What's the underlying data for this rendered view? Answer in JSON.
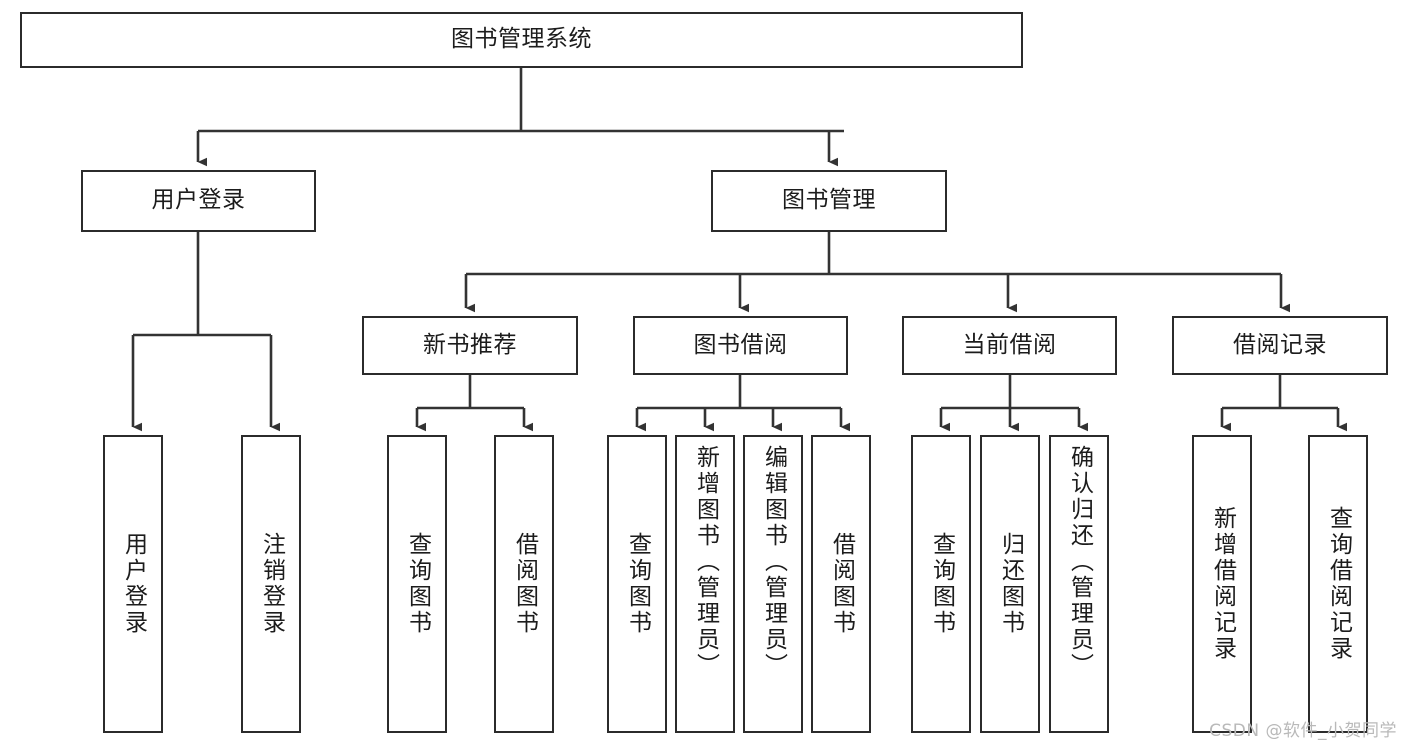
{
  "diagram": {
    "title": "图书管理系统",
    "type": "tree-hierarchy",
    "levels": 4,
    "colors": {
      "box_border": "#2b2b2b",
      "box_fill": "#ffffff",
      "connector": "#333333",
      "text": "#1c1c1c",
      "watermark": "#b9b9b9"
    },
    "root": {
      "label": "图书管理系统",
      "children": [
        {
          "label": "用户登录",
          "children": [
            {
              "label": "用户登录"
            },
            {
              "label": "注销登录"
            }
          ]
        },
        {
          "label": "图书管理",
          "children": [
            {
              "label": "新书推荐",
              "children": [
                {
                  "label": "查询图书"
                },
                {
                  "label": "借阅图书"
                }
              ]
            },
            {
              "label": "图书借阅",
              "children": [
                {
                  "label": "查询图书"
                },
                {
                  "label": "新增图书（管理员）"
                },
                {
                  "label": "编辑图书（管理员）"
                },
                {
                  "label": "借阅图书"
                }
              ]
            },
            {
              "label": "当前借阅",
              "children": [
                {
                  "label": "查询图书"
                },
                {
                  "label": "归还图书"
                },
                {
                  "label": "确认归还（管理员）"
                }
              ]
            },
            {
              "label": "借阅记录",
              "children": [
                {
                  "label": "新增借阅记录"
                },
                {
                  "label": "查询借阅记录"
                }
              ]
            }
          ]
        }
      ]
    }
  },
  "nodes": {
    "root": "图书管理系统",
    "user_login": "用户登录",
    "book_manage": "图书管理",
    "new_book_rec": "新书推荐",
    "book_borrow": "图书借阅",
    "current_borrow": "当前借阅",
    "borrow_record": "借阅记录",
    "leaf_user_login": "用户登录",
    "leaf_user_logout": "注销登录",
    "leaf_rec_query": "查询图书",
    "leaf_rec_borrow": "借阅图书",
    "leaf_borrow_query": "查询图书",
    "leaf_borrow_add": "新增图书（管理员）",
    "leaf_borrow_edit": "编辑图书（管理员）",
    "leaf_borrow_borrow": "借阅图书",
    "leaf_cur_query": "查询图书",
    "leaf_cur_return": "归还图书",
    "leaf_cur_confirm": "确认归还（管理员）",
    "leaf_rec_add": "新增借阅记录",
    "leaf_rec_query2": "查询借阅记录"
  },
  "watermark": {
    "text": "CSDN @软件_小贺同学"
  }
}
